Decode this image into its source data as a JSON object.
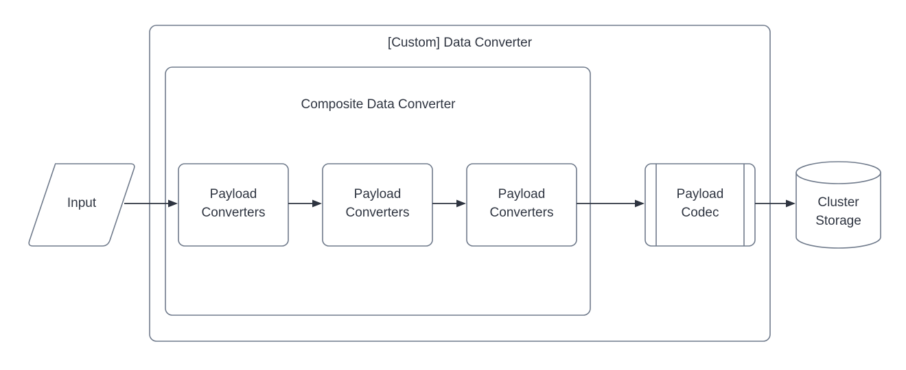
{
  "diagram": {
    "type": "flowchart",
    "background_color": "#ffffff",
    "stroke_color": "#6f7a8b",
    "text_color": "#2e3440",
    "connector_color": "#2e3440",
    "outer_container": {
      "title": "[Custom] Data Converter",
      "shape": "rounded-rectangle"
    },
    "inner_container": {
      "title": "Composite Data Converter",
      "shape": "rounded-rectangle"
    },
    "nodes": [
      {
        "id": "input",
        "label": "Input",
        "shape": "parallelogram"
      },
      {
        "id": "payload-converters-1",
        "label_line1": "Payload",
        "label_line2": "Converters",
        "shape": "rounded-rectangle"
      },
      {
        "id": "payload-converters-2",
        "label_line1": "Payload",
        "label_line2": "Converters",
        "shape": "rounded-rectangle"
      },
      {
        "id": "payload-converters-3",
        "label_line1": "Payload",
        "label_line2": "Converters",
        "shape": "rounded-rectangle"
      },
      {
        "id": "payload-codec",
        "label_line1": "Payload",
        "label_line2": "Codec",
        "shape": "process"
      },
      {
        "id": "cluster-storage",
        "label_line1": "Cluster",
        "label_line2": "Storage",
        "shape": "cylinder"
      }
    ],
    "edges": [
      {
        "from": "input",
        "to": "payload-converters-1",
        "arrow": true
      },
      {
        "from": "payload-converters-1",
        "to": "payload-converters-2",
        "arrow": true
      },
      {
        "from": "payload-converters-2",
        "to": "payload-converters-3",
        "arrow": true
      },
      {
        "from": "payload-converters-3",
        "to": "payload-codec",
        "arrow": true
      },
      {
        "from": "payload-codec",
        "to": "cluster-storage",
        "arrow": true
      }
    ]
  }
}
